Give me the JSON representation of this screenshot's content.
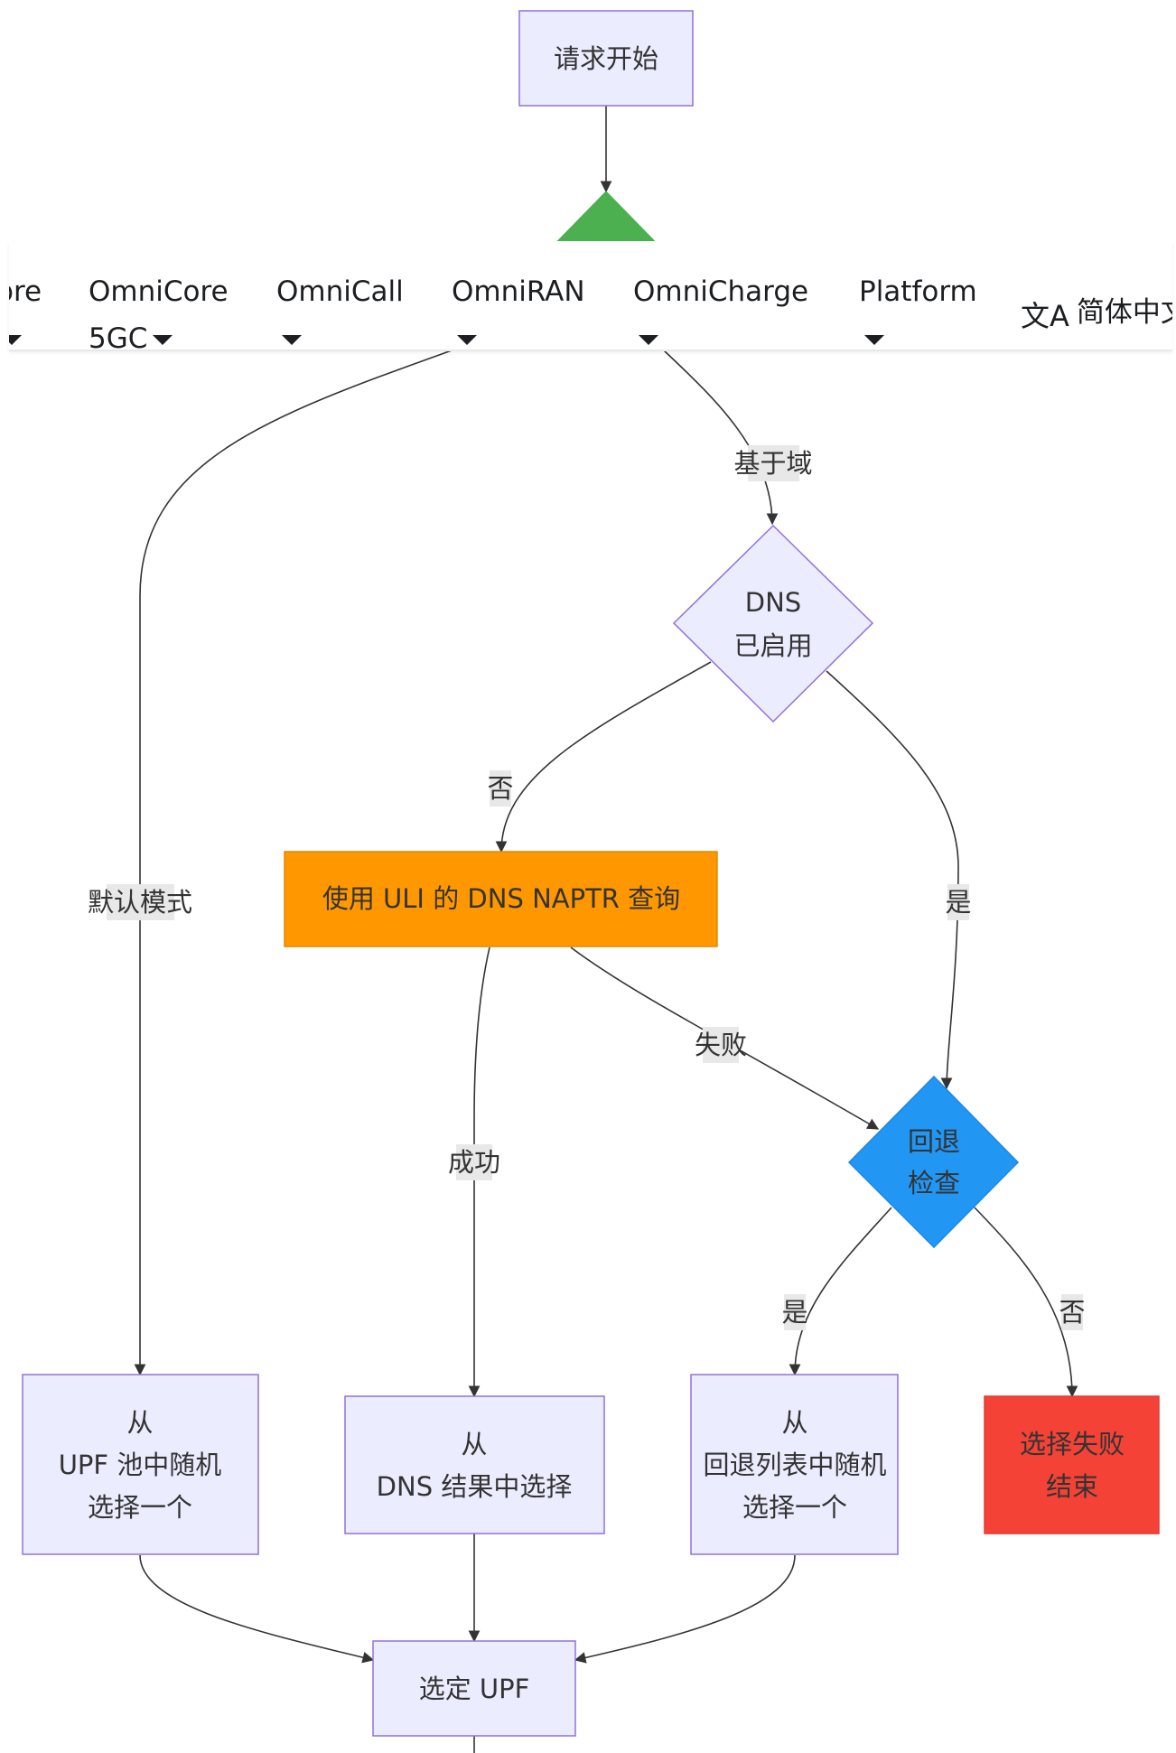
{
  "diagram": {
    "nodes": {
      "start": "请求开始",
      "dns_check_line1": "DNS",
      "dns_check_line2": "已启用",
      "dns_query": "使用 ULI 的 DNS NAPTR 查询",
      "fallback_line1": "回退",
      "fallback_line2": "检查",
      "upf_pool_line1": "从",
      "upf_pool_line2": "UPF 池中随机",
      "upf_pool_line3": "选择一个",
      "dns_result_line1": "从",
      "dns_result_line2": "DNS 结果中选择",
      "fallback_select_line1": "从",
      "fallback_select_line2": "回退列表中随机",
      "fallback_select_line3": "选择一个",
      "fail_line1": "选择失败",
      "fail_line2": "结束",
      "selected_upf": "选定 UPF"
    },
    "edges": {
      "default_mode": "默认模式",
      "dns_mode": "基于域",
      "dns_no": "否",
      "dns_yes": "是",
      "query_fail": "失败",
      "query_success": "成功",
      "fallback_yes": "是",
      "fallback_no": "否"
    },
    "colors": {
      "node_fill": "#ececff",
      "node_stroke": "#9370db",
      "decision_green": "#4caf50",
      "query_orange": "#ff9800",
      "fallback_blue": "#2196f3",
      "fail_red": "#f44336"
    }
  },
  "navbar": {
    "items": [
      {
        "label": "ore",
        "sub": ""
      },
      {
        "label": "OmniCore",
        "sub": "5GC"
      },
      {
        "label": "OmniCall",
        "sub": ""
      },
      {
        "label": "OmniRAN",
        "sub": ""
      },
      {
        "label": "OmniCharge",
        "sub": ""
      },
      {
        "label": "Platform",
        "sub": ""
      }
    ],
    "language": {
      "icon": "translate-icon",
      "label": "简体中文"
    }
  }
}
